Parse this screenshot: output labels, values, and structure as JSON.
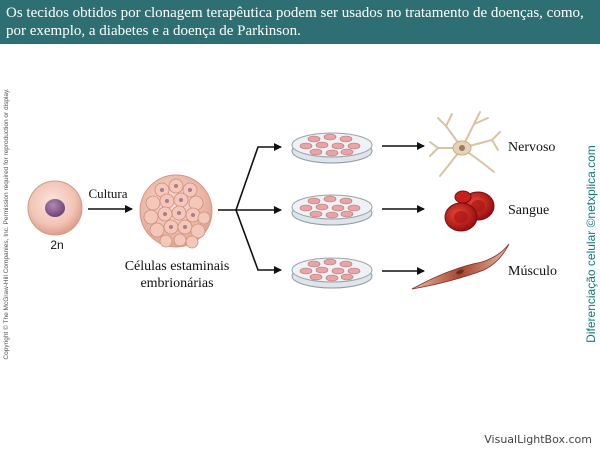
{
  "header": {
    "line1": "Os tecidos obtidos por clonagem terapêutica podem ser usados no tratamento  de doenças, como,",
    "line2": "por exemplo, a diabetes e a doença de Parkinson."
  },
  "diagram": {
    "zygote_label": "2n",
    "step_label": "Cultura",
    "embryo_label_line1": "Células estaminais",
    "embryo_label_line2": "embrionárias",
    "outputs": [
      {
        "label": "Nervoso",
        "icon": "nerve-cell-icon"
      },
      {
        "label": "Sangue",
        "icon": "red-blood-cell-icon"
      },
      {
        "label": "Músculo",
        "icon": "muscle-cell-icon"
      }
    ]
  },
  "copyright": "Copyright © The McGraw-Hill Companies, Inc. Permission required for reproduction or display.",
  "side_credit": "Diferenciação celular ©netxplica.com",
  "footer": "VisualLightBox.com",
  "colors": {
    "header_bg": "#2e6f73",
    "header_text": "#ffffff",
    "credit": "#0f7b78",
    "cell_pink": "#f2c2b4",
    "nucleus": "#8a5f8f",
    "blood": "#c01818",
    "muscle": "#a64a38"
  }
}
